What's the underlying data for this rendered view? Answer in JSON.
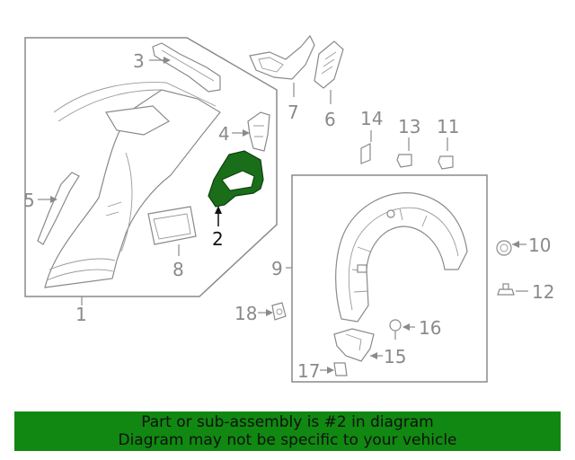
{
  "highlight_color": "#1a6e1a",
  "banner_color": "#118811",
  "callouts": {
    "c1": "1",
    "c2": "2",
    "c3": "3",
    "c4": "4",
    "c5": "5",
    "c6": "6",
    "c7": "7",
    "c8": "8",
    "c9": "9",
    "c10": "10",
    "c11": "11",
    "c12": "12",
    "c13": "13",
    "c14": "14",
    "c15": "15",
    "c16": "16",
    "c17": "17",
    "c18": "18"
  },
  "banner": {
    "line1": "Part or sub-assembly is #2 in diagram",
    "line2": "Diagram may not be specific to your vehicle"
  }
}
